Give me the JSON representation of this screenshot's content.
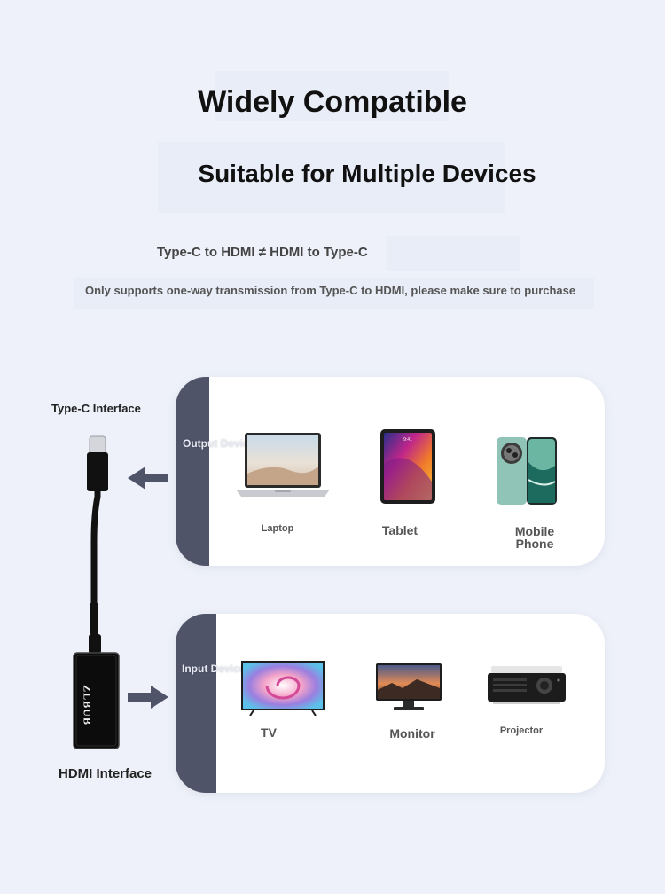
{
  "headline": "Widely Compatible",
  "subheadline": "Suitable for Multiple Devices",
  "note_direction": "Type-C to HDMI ≠ HDMI to Type-C",
  "note_oneway": "Only supports one-way transmission from Type-C to HDMI, please make sure to purchase",
  "adapter": {
    "typec_label": "Type-C Interface",
    "hdmi_label": "HDMI Interface",
    "brand": "ZLBUB"
  },
  "output_panel": {
    "title": "Output Device",
    "devices": [
      {
        "label": "Laptop",
        "icon": "laptop-icon"
      },
      {
        "label": "Tablet",
        "icon": "tablet-icon"
      },
      {
        "label": "Mobile\nPhone",
        "icon": "mobile-phone-icon"
      }
    ]
  },
  "input_panel": {
    "title": "Input Device",
    "devices": [
      {
        "label": "TV",
        "icon": "tv-icon"
      },
      {
        "label": "Monitor",
        "icon": "monitor-icon"
      },
      {
        "label": "Projector",
        "icon": "projector-icon"
      }
    ]
  },
  "colors": {
    "background": "#eef1f9",
    "panel_bar": "#4f5468",
    "arrow": "#4f5468"
  }
}
